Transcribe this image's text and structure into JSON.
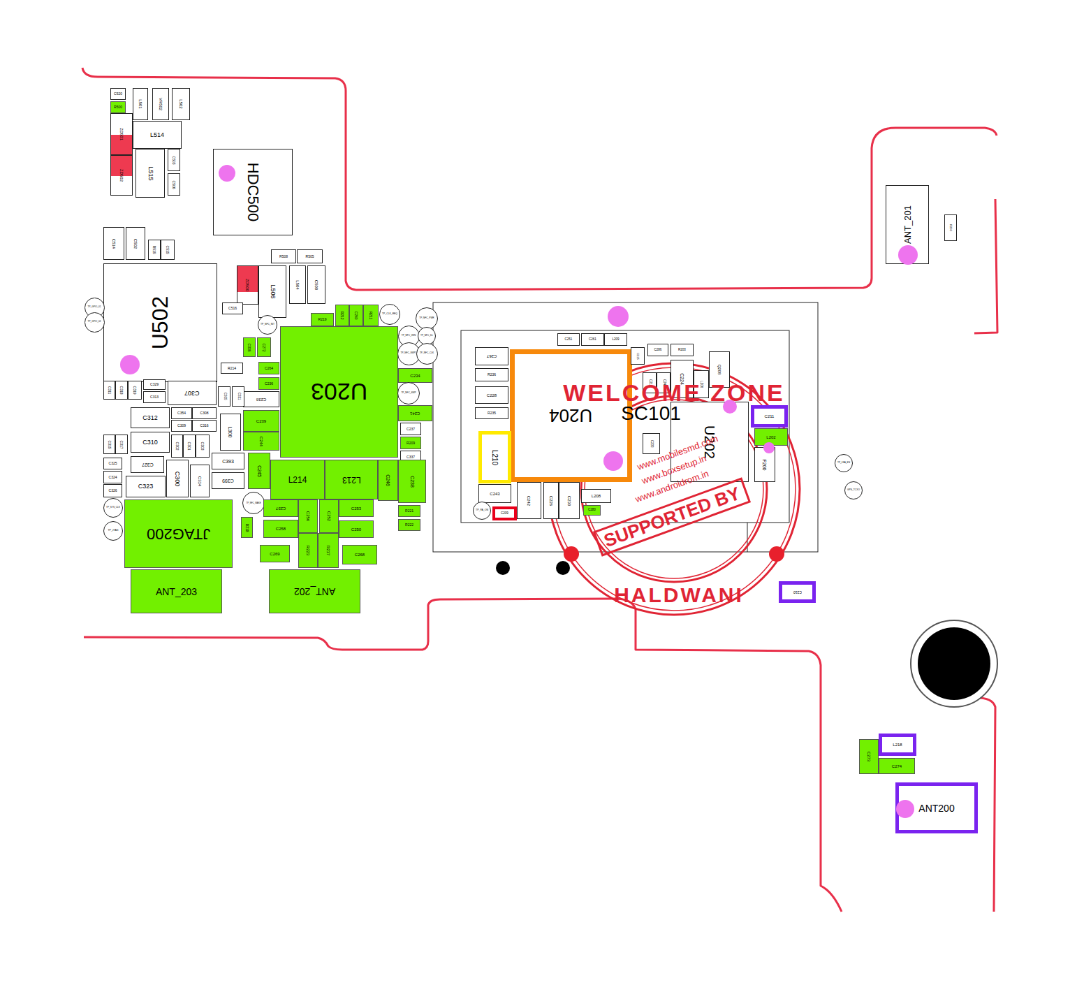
{
  "diagram": {
    "nodes": [
      {
        "text": [
          "C520"
        ]
      },
      {
        "text": [
          "R500"
        ]
      },
      {
        "text": [
          "L501"
        ]
      },
      {
        "text": [
          "VR502"
        ]
      },
      {
        "text": [
          "L502"
        ]
      },
      {
        "text": [
          "L514"
        ]
      },
      {
        "text": [
          "ZD501"
        ]
      },
      {
        "text": [
          "ZD502"
        ]
      },
      {
        "text": [
          "L515"
        ]
      },
      {
        "text": [
          "C503"
        ]
      },
      {
        "text": [
          "C506"
        ]
      },
      {
        "text": [
          "HDC500"
        ]
      },
      {
        "text": [
          "C514"
        ]
      },
      {
        "text": [
          "C502"
        ]
      },
      {
        "text": [
          "R515"
        ]
      },
      {
        "text": [
          "C515"
        ]
      },
      {
        "text": [
          "U502"
        ]
      },
      {
        "text": [
          "R508"
        ]
      },
      {
        "text": [
          "R505"
        ]
      },
      {
        "text": [
          "ZD500"
        ]
      },
      {
        "text": [
          "L506"
        ]
      },
      {
        "text": [
          "L504"
        ]
      },
      {
        "text": [
          "C500"
        ]
      },
      {
        "text": [
          "C516"
        ]
      },
      {
        "text": [
          "TP_GPIO_01"
        ]
      },
      {
        "text": [
          "TP_GPIO_02"
        ]
      },
      {
        "text": [
          "TP_NFC_INT"
        ]
      },
      {
        "text": [
          "R219"
        ]
      },
      {
        "text": [
          "R212"
        ]
      },
      {
        "text": [
          "C240"
        ]
      },
      {
        "text": [
          "R211"
        ]
      },
      {
        "text": [
          "TP_CLK_REQ"
        ]
      },
      {
        "text": [
          "TP_NFC_PWR"
        ]
      },
      {
        "text": [
          "TP_NFC_VEN"
        ]
      },
      {
        "text": [
          "TP_NFC_DL"
        ]
      },
      {
        "text": [
          "TP_NFC_SWP1"
        ]
      },
      {
        "text": [
          "TP_NFC_CLK"
        ]
      },
      {
        "text": [
          "C335"
        ]
      },
      {
        "text": [
          "C272"
        ]
      },
      {
        "text": [
          "R214"
        ]
      },
      {
        "text": [
          "C264"
        ]
      },
      {
        "text": [
          "C236"
        ]
      },
      {
        "text": [
          "U203"
        ]
      },
      {
        "text": [
          "C234"
        ]
      },
      {
        "text": [
          "TP_NFC_SWP"
        ]
      },
      {
        "text": [
          "C241"
        ]
      },
      {
        "text": [
          "C237"
        ]
      },
      {
        "text": [
          "R209"
        ]
      },
      {
        "text": [
          "C337"
        ]
      },
      {
        "text": [
          "C238"
        ]
      },
      {
        "text": [
          "C239"
        ]
      },
      {
        "text": [
          "C244"
        ]
      },
      {
        "text": [
          "C311"
        ]
      },
      {
        "text": [
          "C318"
        ]
      },
      {
        "text": [
          "C319"
        ]
      },
      {
        "text": [
          "C329"
        ]
      },
      {
        "text": [
          "C313"
        ]
      },
      {
        "text": [
          "C307"
        ]
      },
      {
        "text": [
          "C305"
        ]
      },
      {
        "text": [
          "C321"
        ]
      },
      {
        "text": [
          "C312"
        ]
      },
      {
        "text": [
          "C354"
        ]
      },
      {
        "text": [
          "C308"
        ]
      },
      {
        "text": [
          "C309"
        ]
      },
      {
        "text": [
          "C316"
        ]
      },
      {
        "text": [
          "L300"
        ]
      },
      {
        "text": [
          "C310"
        ]
      },
      {
        "text": [
          "C315"
        ]
      },
      {
        "text": [
          "C317"
        ]
      },
      {
        "text": [
          "C302"
        ]
      },
      {
        "text": [
          "C301"
        ]
      },
      {
        "text": [
          "C303"
        ]
      },
      {
        "text": [
          "C325"
        ]
      },
      {
        "text": [
          "C324"
        ]
      },
      {
        "text": [
          "C326"
        ]
      },
      {
        "text": [
          "C327"
        ]
      },
      {
        "text": [
          "C323"
        ]
      },
      {
        "text": [
          "C300"
        ]
      },
      {
        "text": [
          "C314"
        ]
      },
      {
        "text": [
          "C393"
        ]
      },
      {
        "text": [
          "C399"
        ]
      },
      {
        "text": [
          "C245"
        ]
      },
      {
        "text": [
          "L214"
        ]
      },
      {
        "text": [
          "L213"
        ]
      },
      {
        "text": [
          "C246"
        ]
      },
      {
        "text": [
          "C238"
        ]
      },
      {
        "text": [
          "R221"
        ]
      },
      {
        "text": [
          "R222"
        ]
      },
      {
        "text": [
          "TP_SYS_CLK"
        ]
      },
      {
        "text": [
          "TP_JTAG"
        ]
      },
      {
        "text": [
          "JTAG200"
        ]
      },
      {
        "text": [
          "TP_NFC_WAKE"
        ]
      },
      {
        "text": [
          "C257"
        ]
      },
      {
        "text": [
          "C258"
        ]
      },
      {
        "text": [
          "R218"
        ]
      },
      {
        "text": [
          "C256"
        ]
      },
      {
        "text": [
          "C252"
        ]
      },
      {
        "text": [
          "C253"
        ]
      },
      {
        "text": [
          "C250"
        ]
      },
      {
        "text": [
          "C269"
        ]
      },
      {
        "text": [
          "R223"
        ]
      },
      {
        "text": [
          "R217"
        ]
      },
      {
        "text": [
          "C268"
        ]
      },
      {
        "text": [
          "ANT_203"
        ]
      },
      {
        "text": [
          "ANT_202"
        ]
      },
      {
        "text": [
          "C267"
        ]
      },
      {
        "text": [
          "R236"
        ]
      },
      {
        "text": [
          "C228"
        ]
      },
      {
        "text": [
          "R235"
        ]
      },
      {
        "text": [
          "U204"
        ]
      },
      {
        "text": [
          "L210"
        ]
      },
      {
        "text": [
          "C243"
        ]
      },
      {
        "text": [
          "C242"
        ]
      },
      {
        "text": [
          "C226"
        ]
      },
      {
        "text": [
          "C230"
        ]
      },
      {
        "text": [
          "C209"
        ]
      },
      {
        "text": [
          "L208"
        ]
      },
      {
        "text": [
          "C280"
        ]
      },
      {
        "text": [
          "C251"
        ]
      },
      {
        "text": [
          "C261"
        ]
      },
      {
        "text": [
          "L209"
        ]
      },
      {
        "text": [
          "C215"
        ]
      },
      {
        "text": [
          "C286"
        ]
      },
      {
        "text": [
          "R203"
        ]
      },
      {
        "text": [
          "C224"
        ]
      },
      {
        "text": [
          "L206"
        ]
      },
      {
        "text": [
          "Q208"
        ]
      },
      {
        "text": [
          "C213"
        ]
      },
      {
        "text": [
          "C247"
        ]
      },
      {
        "text": [
          "C233"
        ]
      },
      {
        "text": [
          "U202"
        ]
      },
      {
        "text": [
          "C211"
        ]
      },
      {
        "text": [
          "L202"
        ]
      },
      {
        "text": [
          "F200"
        ]
      },
      {
        "text": [
          "C210"
        ]
      },
      {
        "text": [
          "ANT_201"
        ]
      },
      {
        "text": [
          "R200"
        ]
      },
      {
        "text": [
          "C273"
        ]
      },
      {
        "text": [
          "L218"
        ]
      },
      {
        "text": [
          "C274"
        ]
      },
      {
        "text": [
          "ANT200"
        ]
      },
      {
        "text": [
          "TP_LNA_EN"
        ]
      },
      {
        "text": [
          "GPS_TCXO"
        ]
      },
      {
        "text": [
          "TP_PA_ON"
        ]
      }
    ],
    "labels": [
      "WELCOME ZONE",
      "www.mobilesmd.com",
      "www.boxsetup.in",
      "www.androidrom.in",
      "SUPPORTED BY",
      "HALDWANI",
      "SC101"
    ]
  }
}
